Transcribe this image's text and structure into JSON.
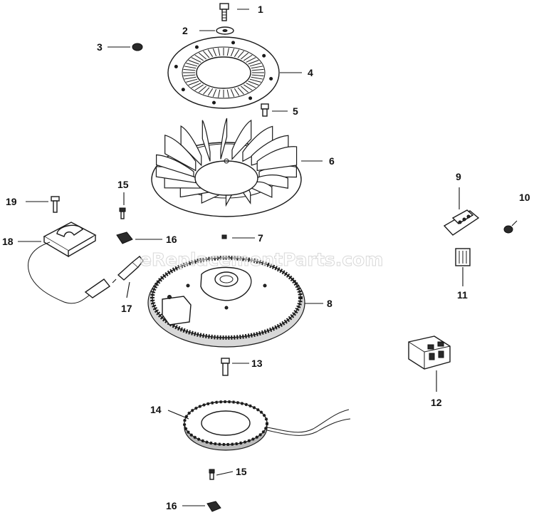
{
  "watermark": "eReplacementParts.com",
  "callouts": [
    "1",
    "2",
    "3",
    "4",
    "5",
    "6",
    "7",
    "8",
    "9",
    "10",
    "11",
    "12",
    "13",
    "14",
    "15",
    "16",
    "17",
    "18",
    "19",
    "15",
    "16"
  ]
}
